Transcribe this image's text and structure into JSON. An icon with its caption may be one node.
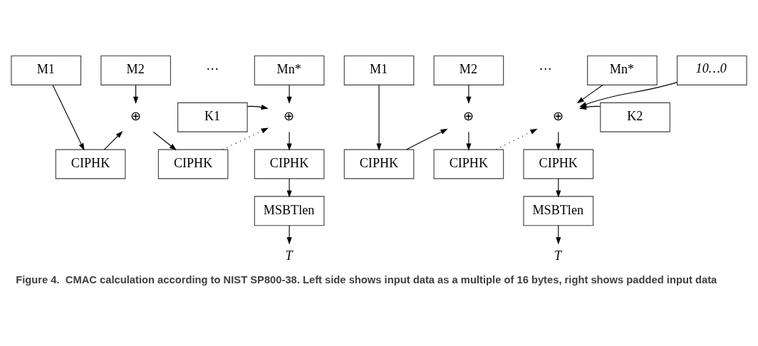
{
  "diagram": {
    "caption": "Figure 4.  CMAC calculation according to NIST SP800-38. Left side shows input data as a multiple of 16 bytes, right shows padded input data",
    "nodes": [
      {
        "text": [
          "M1"
        ]
      },
      {
        "text": [
          "M2"
        ]
      },
      {
        "text": [
          "Mn*"
        ]
      },
      {
        "text": [
          "CIPHK"
        ]
      },
      {
        "text": [
          "⊕"
        ]
      },
      {
        "text": [
          "CIPHK"
        ]
      },
      {
        "text": [
          "⊕"
        ]
      },
      {
        "text": [
          "K1"
        ]
      },
      {
        "text": [
          "CIPHK"
        ]
      },
      {
        "text": [
          "MSBTlen"
        ]
      },
      {
        "text": [
          "T"
        ]
      },
      {
        "text": [
          "M1"
        ]
      },
      {
        "text": [
          "M2"
        ]
      },
      {
        "text": [
          "Mn*"
        ]
      },
      {
        "text": [
          "10…0"
        ]
      },
      {
        "text": [
          "CIPHK"
        ]
      },
      {
        "text": [
          "⊕"
        ]
      },
      {
        "text": [
          "CIPHK"
        ]
      },
      {
        "text": [
          "⊕"
        ]
      },
      {
        "text": [
          "K2"
        ]
      },
      {
        "text": [
          "CIPHK"
        ]
      },
      {
        "text": [
          "MSBTlen"
        ]
      },
      {
        "text": [
          "T"
        ]
      }
    ],
    "edges": [
      {
        "from": 0,
        "to": 3,
        "arrow": "to"
      },
      {
        "from": 1,
        "to": 4,
        "arrow": "to"
      },
      {
        "from": 3,
        "to": 4,
        "arrow": "to"
      },
      {
        "from": 4,
        "to": 5,
        "arrow": "to"
      },
      {
        "from": 5,
        "to": 6,
        "arrow": "to",
        "style": "dashed"
      },
      {
        "from": 2,
        "to": 6,
        "arrow": "to"
      },
      {
        "from": 7,
        "to": 6,
        "arrow": "to"
      },
      {
        "from": 6,
        "to": 8,
        "arrow": "to"
      },
      {
        "from": 8,
        "to": 9,
        "arrow": "to"
      },
      {
        "from": 9,
        "to": 10,
        "arrow": "to"
      },
      {
        "from": 11,
        "to": 15,
        "arrow": "to"
      },
      {
        "from": 12,
        "to": 16,
        "arrow": "to"
      },
      {
        "from": 15,
        "to": 16,
        "arrow": "to"
      },
      {
        "from": 16,
        "to": 17,
        "arrow": "to"
      },
      {
        "from": 17,
        "to": 18,
        "arrow": "to",
        "style": "dashed"
      },
      {
        "from": 13,
        "to": 18,
        "arrow": "to"
      },
      {
        "from": 14,
        "to": 18,
        "arrow": "to"
      },
      {
        "from": 19,
        "to": 18,
        "arrow": "to"
      },
      {
        "from": 18,
        "to": 20,
        "arrow": "to"
      },
      {
        "from": 20,
        "to": 21,
        "arrow": "to"
      },
      {
        "from": 21,
        "to": 22,
        "arrow": "to"
      }
    ],
    "labels": [
      "···",
      "···"
    ]
  }
}
